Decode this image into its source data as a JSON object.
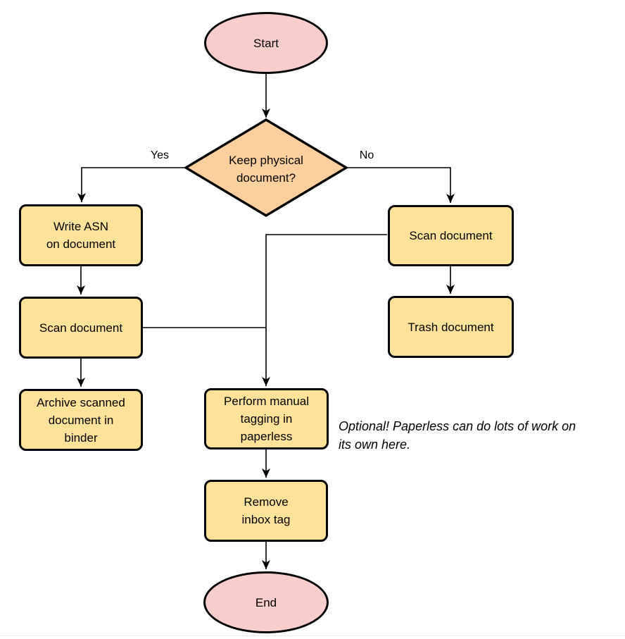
{
  "colors": {
    "terminal_fill": "#f8cecc",
    "decision_fill": "#fccf9f",
    "process_fill": "#ffe29a",
    "stroke": "#000000",
    "divider": "#eeeceb"
  },
  "nodes": {
    "start": {
      "label": "Start",
      "type": "terminal"
    },
    "decision": {
      "label": "Keep physical\ndocument?",
      "type": "decision"
    },
    "write_asn": {
      "label": "Write ASN\non document",
      "type": "process"
    },
    "scan_left": {
      "label": "Scan document",
      "type": "process"
    },
    "archive": {
      "label": "Archive scanned\ndocument in\nbinder",
      "type": "process"
    },
    "scan_right": {
      "label": "Scan document",
      "type": "process"
    },
    "trash": {
      "label": "Trash document",
      "type": "process"
    },
    "tagging": {
      "label": "Perform manual\ntagging in\npaperless",
      "type": "process"
    },
    "remove_inbox": {
      "label": "Remove\ninbox tag",
      "type": "process"
    },
    "end": {
      "label": "End",
      "type": "terminal"
    }
  },
  "edge_labels": {
    "yes": "Yes",
    "no": "No"
  },
  "note": {
    "text": "Optional! Paperless can do lots of work on\nits own here."
  }
}
